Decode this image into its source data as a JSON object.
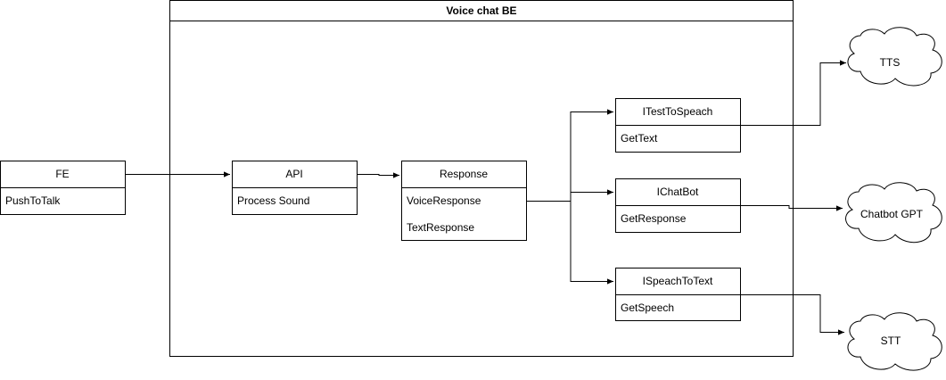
{
  "container": {
    "title": "Voice chat BE"
  },
  "classes": {
    "fe": {
      "title": "FE",
      "members": [
        "PushToTalk"
      ]
    },
    "api": {
      "title": "API",
      "members": [
        "Process Sound"
      ]
    },
    "response": {
      "title": "Response",
      "members": [
        "VoiceResponse",
        "TextResponse"
      ]
    },
    "tts_iface": {
      "title": "ITestToSpeach",
      "members": [
        "GetText"
      ]
    },
    "chatbot_iface": {
      "title": "IChatBot",
      "members": [
        "GetResponse"
      ]
    },
    "stt_iface": {
      "title": "ISpeachToText",
      "members": [
        "GetSpeech"
      ]
    }
  },
  "clouds": {
    "tts": "TTS",
    "chatbot": "Chatbot GPT",
    "stt": "STT"
  },
  "colors": {
    "stroke": "#000000",
    "fill": "#ffffff"
  }
}
